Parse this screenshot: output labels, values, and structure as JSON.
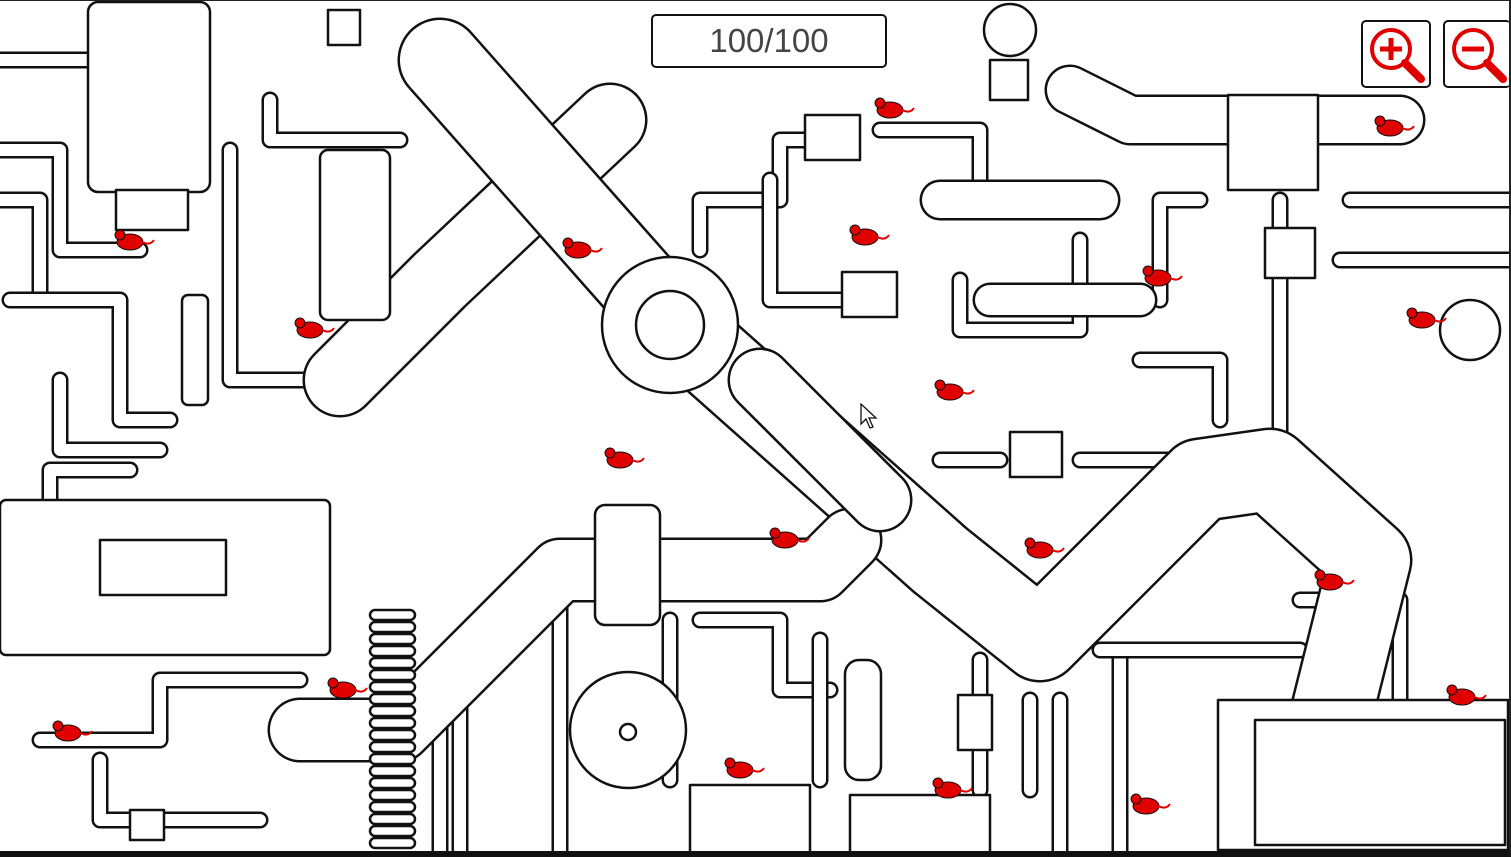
{
  "game": {
    "found_counter": "100/100",
    "found": 100,
    "total": 100,
    "object_type": "red mouse",
    "object_color": "#e00000",
    "line_color": "#111111"
  },
  "controls": {
    "zoom_in": {
      "icon": "magnifier-plus-icon",
      "color": "#e00000"
    },
    "zoom_out": {
      "icon": "magnifier-minus-icon",
      "color": "#e00000"
    }
  }
}
